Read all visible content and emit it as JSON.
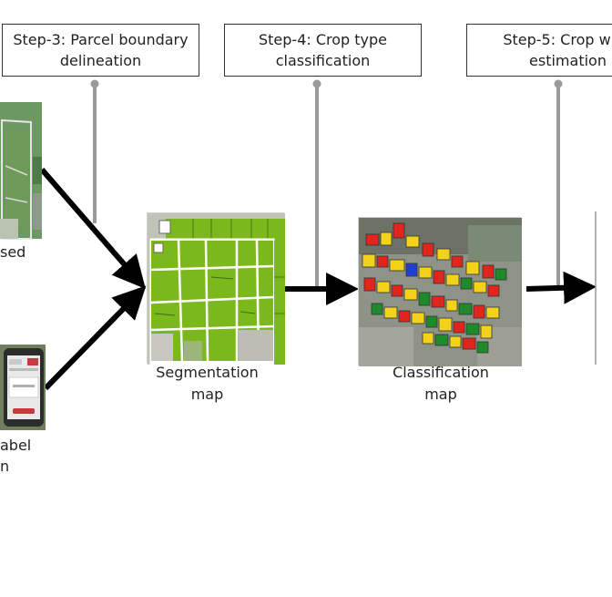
{
  "steps": [
    {
      "line1": "Step-3: Parcel boundary",
      "line2": "delineation"
    },
    {
      "line1": "Step-4: Crop type",
      "line2": "classification"
    },
    {
      "line1": "Step-5: Crop w",
      "line2": "estimation"
    }
  ],
  "captions": {
    "left_top": "sed",
    "left_bottom_1": "abel",
    "left_bottom_2": "n",
    "segmentation_1": "Segmentation",
    "segmentation_2": "map",
    "classification_1": "Classification",
    "classification_2": "map"
  },
  "colors": {
    "line": "#000000",
    "connector": "#9a9a9a",
    "box_border": "#333333",
    "field_green": "#7bb81c",
    "crop_red": "#e0261c",
    "crop_yellow": "#f2d21a",
    "crop_darkgreen": "#1f8a2a",
    "crop_blue": "#1f3fcf"
  }
}
